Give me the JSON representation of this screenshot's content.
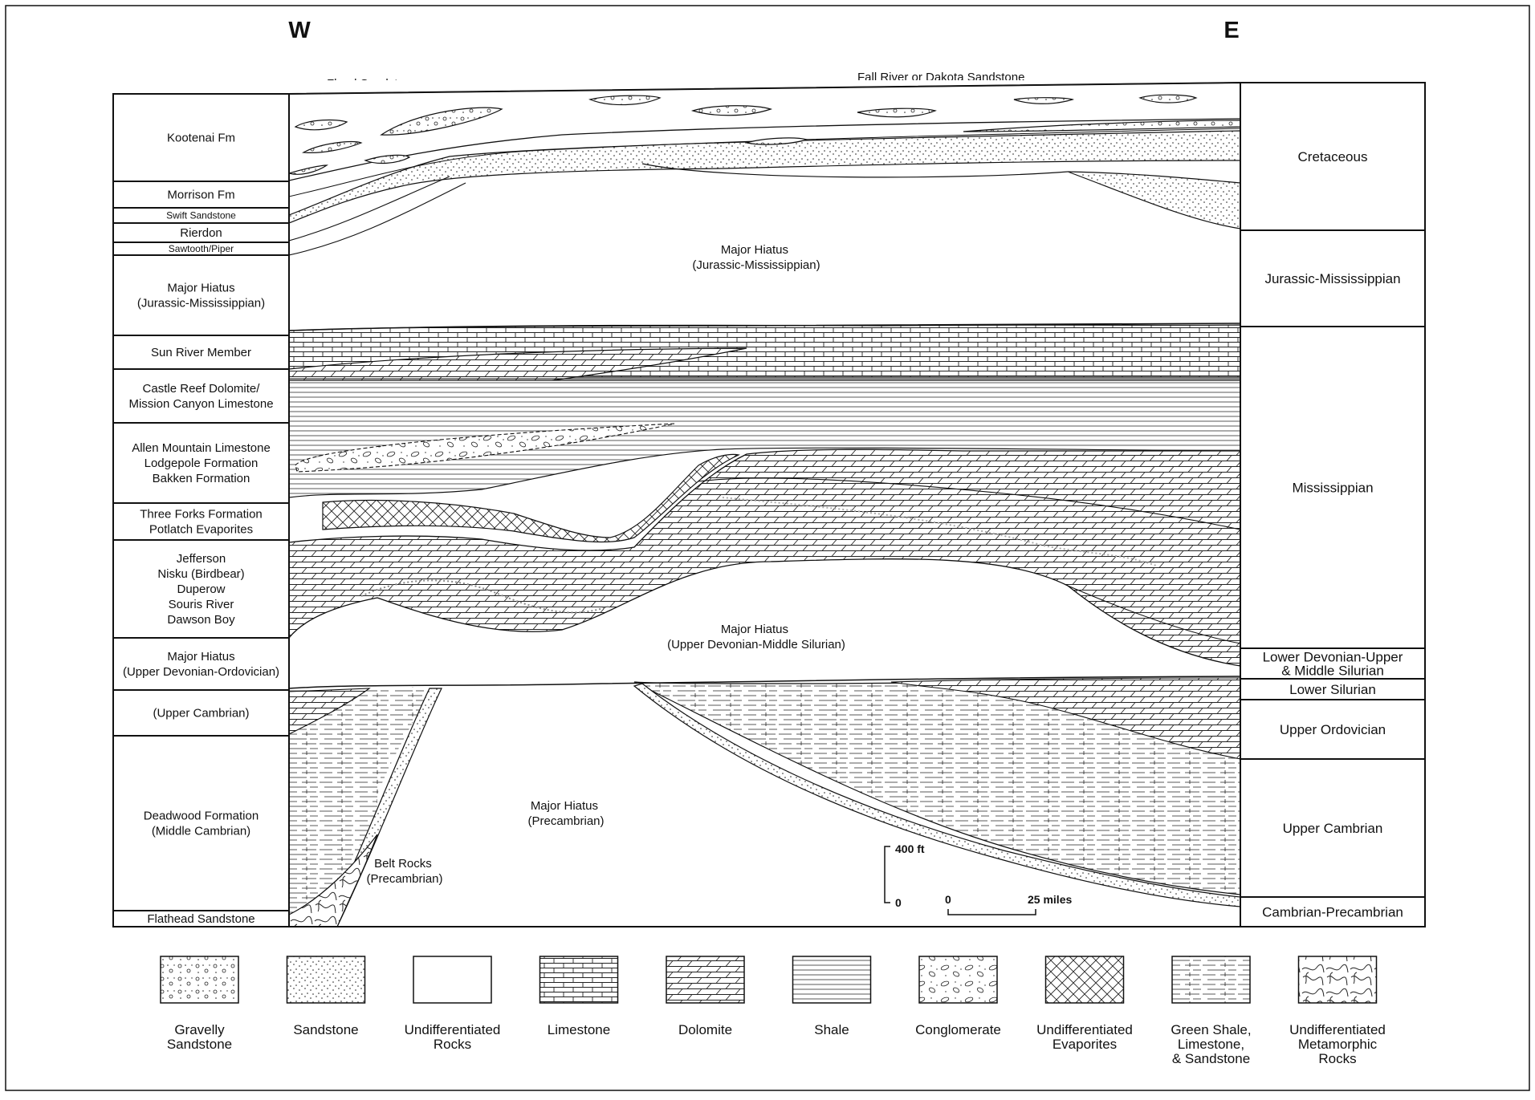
{
  "directions": {
    "west": "W",
    "east": "E"
  },
  "top_labels": {
    "west_unit": "Flood Sandstone",
    "east_unit": "Fall River or Dakota  Sandstone"
  },
  "left_column": [
    {
      "lines": [
        "Kootenai Fm"
      ]
    },
    {
      "lines": [
        "Morrison Fm"
      ]
    },
    {
      "lines": [
        "Swift Sandstone"
      ]
    },
    {
      "lines": [
        "Rierdon"
      ]
    },
    {
      "lines": [
        "Sawtooth/Piper"
      ]
    },
    {
      "lines": [
        "Major Hiatus",
        "(Jurassic-Mississippian)"
      ]
    },
    {
      "lines": [
        "Sun River Member"
      ]
    },
    {
      "lines": [
        "Castle Reef Dolomite/",
        "Mission Canyon Limestone"
      ]
    },
    {
      "lines": [
        "Allen Mountain Limestone",
        "Lodgepole Formation",
        "Bakken Formation"
      ]
    },
    {
      "lines": [
        "Three Forks Formation",
        "Potlatch Evaporites"
      ]
    },
    {
      "lines": [
        "Jefferson",
        "Nisku (Birdbear)",
        "Duperow",
        "Souris River",
        "Dawson Boy"
      ]
    },
    {
      "lines": [
        "Major Hiatus",
        "(Upper Devonian-Ordovician)"
      ]
    },
    {
      "lines": [
        "(Upper Cambrian)"
      ]
    },
    {
      "lines": [
        "Deadwood Formation",
        "(Middle Cambrian)"
      ]
    },
    {
      "lines": [
        "Flathead Sandstone"
      ]
    }
  ],
  "right_column": [
    {
      "lines": [
        "Cretaceous"
      ]
    },
    {
      "lines": [
        "Jurassic-Mississippian"
      ]
    },
    {
      "lines": [
        "Mississippian"
      ]
    },
    {
      "lines": [
        "Lower Devonian-Upper",
        "& Middle Silurian"
      ]
    },
    {
      "lines": [
        "Lower Silurian"
      ]
    },
    {
      "lines": [
        "Upper Ordovician"
      ]
    },
    {
      "lines": [
        "Upper Cambrian"
      ]
    },
    {
      "lines": [
        "Cambrian-Precambrian"
      ]
    }
  ],
  "section_labels": {
    "hiatus_jurassic": [
      "Major Hiatus",
      "(Jurassic-Mississippian)"
    ],
    "hiatus_devonian": [
      "Major Hiatus",
      "(Upper Devonian-Middle Silurian)"
    ],
    "hiatus_precambrian": [
      "Major Hiatus",
      "(Precambrian)"
    ],
    "belt_rocks": [
      "Belt Rocks",
      "(Precambrian)"
    ]
  },
  "scale": {
    "vertical_top": "400 ft",
    "vertical_bottom": "0",
    "horizontal_start": "0",
    "horizontal_end": "25 miles"
  },
  "legend": [
    {
      "label": [
        "Gravelly",
        "Sandstone"
      ],
      "pattern": "gravelly-sandstone"
    },
    {
      "label": [
        "Sandstone"
      ],
      "pattern": "sandstone"
    },
    {
      "label": [
        "Undifferentiated",
        "Rocks"
      ],
      "pattern": "undifferentiated"
    },
    {
      "label": [
        "Limestone"
      ],
      "pattern": "limestone"
    },
    {
      "label": [
        "Dolomite"
      ],
      "pattern": "dolomite"
    },
    {
      "label": [
        "Shale"
      ],
      "pattern": "shale"
    },
    {
      "label": [
        "Conglomerate"
      ],
      "pattern": "conglomerate"
    },
    {
      "label": [
        "Undifferentiated",
        "Evaporites"
      ],
      "pattern": "evaporites"
    },
    {
      "label": [
        "Green Shale,",
        "Limestone,",
        "& Sandstone"
      ],
      "pattern": "green-shale"
    },
    {
      "label": [
        "Undifferentiated",
        "Metamorphic",
        "Rocks"
      ],
      "pattern": "metamorphic"
    }
  ]
}
